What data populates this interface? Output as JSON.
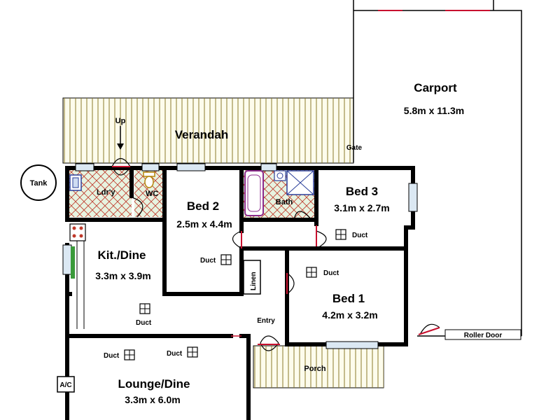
{
  "rooms": {
    "carport": {
      "name": "Carport",
      "dims": "5.8m x 11.3m"
    },
    "verandah": {
      "name": "Verandah"
    },
    "bed2": {
      "name": "Bed 2",
      "dims": "2.5m x 4.4m"
    },
    "bed3": {
      "name": "Bed 3",
      "dims": "3.1m x 2.7m"
    },
    "bed1": {
      "name": "Bed 1",
      "dims": "4.2m x 3.2m"
    },
    "kitchen": {
      "name": "Kit./Dine",
      "dims": "3.3m x 3.9m"
    },
    "lounge": {
      "name": "Lounge/Dine",
      "dims": "3.3m x 6.0m"
    },
    "laundry": {
      "name": "Ldr'y"
    },
    "wc": {
      "name": "WC"
    },
    "bath": {
      "name": "Bath"
    },
    "linen": {
      "name": "Linen"
    },
    "porch": {
      "name": "Porch"
    }
  },
  "labels": {
    "tank": "Tank",
    "up": "Up",
    "gate": "Gate",
    "entry": "Entry",
    "roller_door": "Roller Door",
    "ac": "A/C",
    "duct": "Duct"
  },
  "colors": {
    "hatch_lines": "#8a7a2a",
    "verandah_bg": "#fdfcec",
    "tile_cross": "#c0392b",
    "tile_bg": "#e7f3e0",
    "window_fill": "#dbe8f3",
    "door_red": "#c8102e",
    "bath_outline": "#8b2a8b"
  }
}
